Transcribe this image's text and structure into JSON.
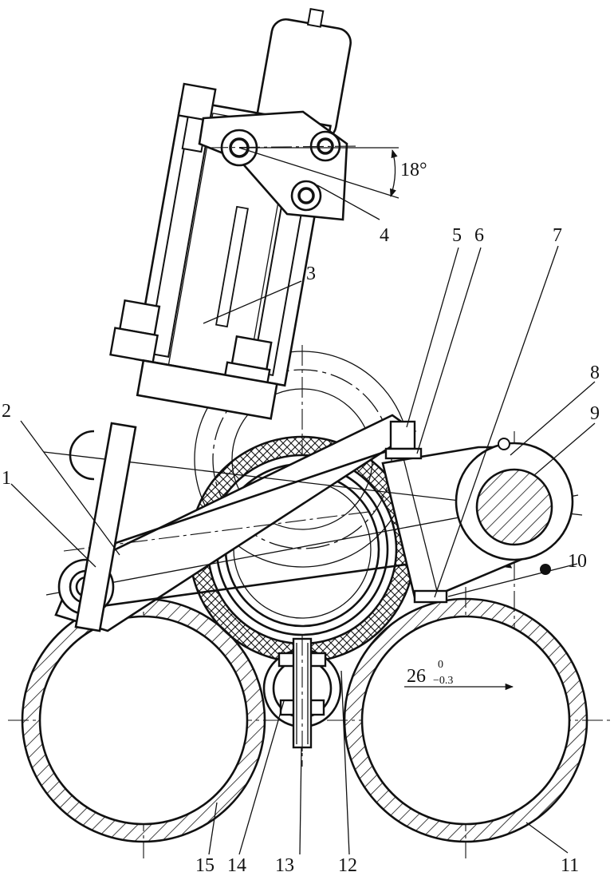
{
  "figure": {
    "part_labels": [
      "1",
      "2",
      "3",
      "4",
      "5",
      "6",
      "7",
      "8",
      "9",
      "10",
      "11",
      "12",
      "13",
      "14",
      "15"
    ],
    "angle_label": "18°",
    "dimension": {
      "value": "26",
      "upper_tol": "0",
      "lower_tol": "−0.3"
    }
  },
  "colors": {
    "line": "#111111",
    "background": "#ffffff"
  }
}
